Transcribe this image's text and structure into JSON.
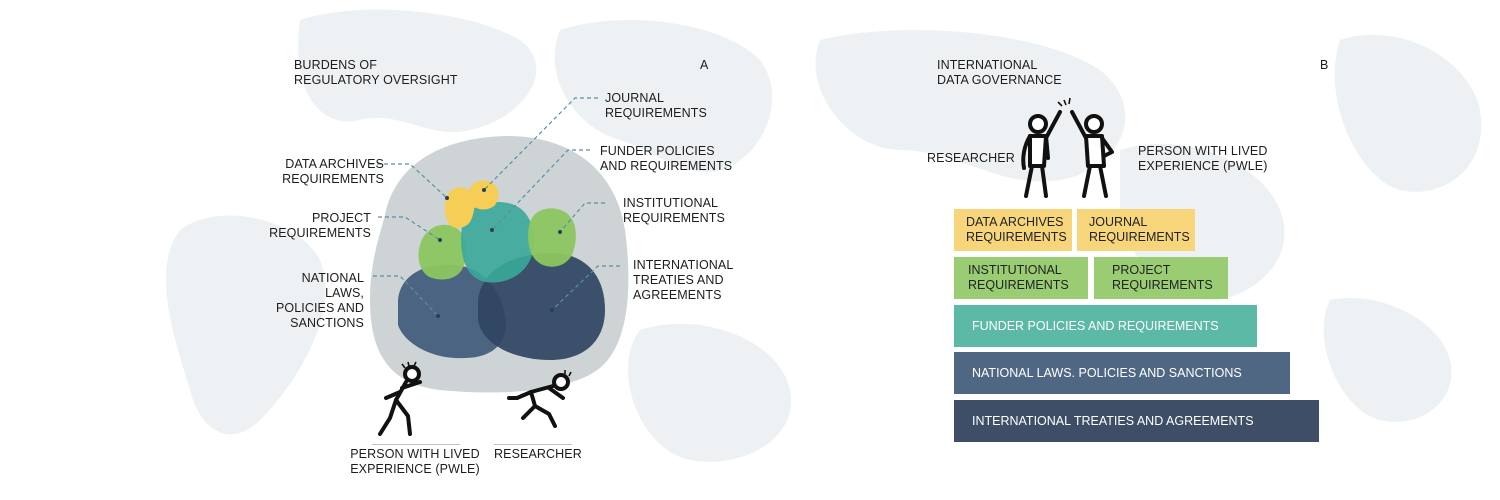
{
  "panel_a": {
    "title": "BURDENS OF\nREGULATORY OVERSIGHT",
    "letter": "A",
    "labels": {
      "journal": "JOURNAL\nREQUIREMENTS",
      "funder": "FUNDER POLICIES\nAND REQUIREMENTS",
      "data_archives": "DATA ARCHIVES\nREQUIREMENTS",
      "institutional": "INSTITUTIONAL\nREQUIREMENTS",
      "project": "PROJECT\nREQUIREMENTS",
      "international": "INTERNATIONAL\nTREATIES AND\nAGREEMENTS",
      "national": "NATIONAL\nLAWS,\nPOLICIES AND\nSANCTIONS"
    },
    "people": {
      "pwle": "PERSON WITH LIVED\nEXPERIENCE (PWLE)",
      "researcher": "RESEARCHER"
    }
  },
  "panel_b": {
    "title": "INTERNATIONAL\nDATA GOVERNANCE",
    "letter": "B",
    "people": {
      "researcher": "RESEARCHER",
      "pwle": "PERSON WITH LIVED\nEXPERIENCE (PWLE)"
    },
    "bars": {
      "data_archives": "DATA ARCHIVES\nREQUIREMENTS",
      "journal": "JOURNAL\nREQUIREMENTS",
      "institutional": "INSTITUTIONAL\nREQUIREMENTS",
      "project": "PROJECT\nREQUIREMENTS",
      "funder": "FUNDER POLICIES AND REQUIREMENTS",
      "national": "NATIONAL LAWS. POLICIES AND SANCTIONS",
      "international": "INTERNATIONAL TREATIES AND AGREEMENTS"
    }
  },
  "colors": {
    "yellow": "#f7d57a",
    "green": "#99cc73",
    "teal": "#5bb9a5",
    "slate": "#506784",
    "navy": "#3e4e66",
    "blob_bg": "#c9cfd1",
    "leader": "#5a8fa0"
  }
}
